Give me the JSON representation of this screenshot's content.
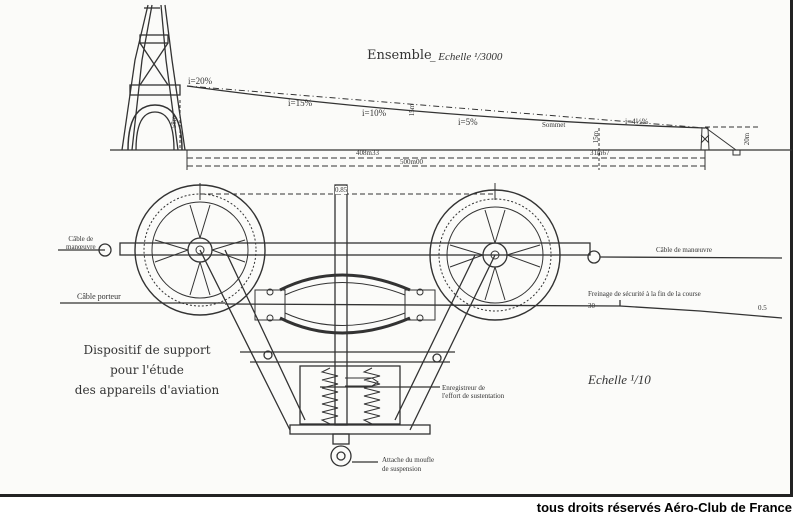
{
  "ensemble": {
    "title": "Ensemble",
    "scale": "Echelle ¹/3000",
    "gradients": [
      "i=20%",
      "i=15%",
      "i=10%",
      "i=5%",
      "i=4½%"
    ],
    "summit_label": "Sommet",
    "heights": [
      "58m",
      "15m",
      "15m",
      "20m"
    ],
    "dimensions": [
      "408m33",
      "31m67",
      "500m00"
    ]
  },
  "detail": {
    "title_lines": [
      "Dispositif de support",
      "pour l'étude",
      "des appareils d'aviation"
    ],
    "scale": "Echelle ¹/10",
    "dimension_top": "0.85",
    "cable_manoeuvre_left": [
      "Câble de",
      "manœuvre"
    ],
    "cable_manoeuvre_right": "Câble de manœuvre",
    "cable_porteur": "Câble porteur",
    "freinage": "Freinage de sécurité à la fin de la course",
    "freinage_dim": "30",
    "freinage_height": "0.5",
    "enregistreur": [
      "Enregistreur de",
      "l'effort de sustentation"
    ],
    "attache": [
      "Attache du moufle",
      "de suspension"
    ]
  },
  "credit": "tous droits réservés Aéro-Club de France"
}
